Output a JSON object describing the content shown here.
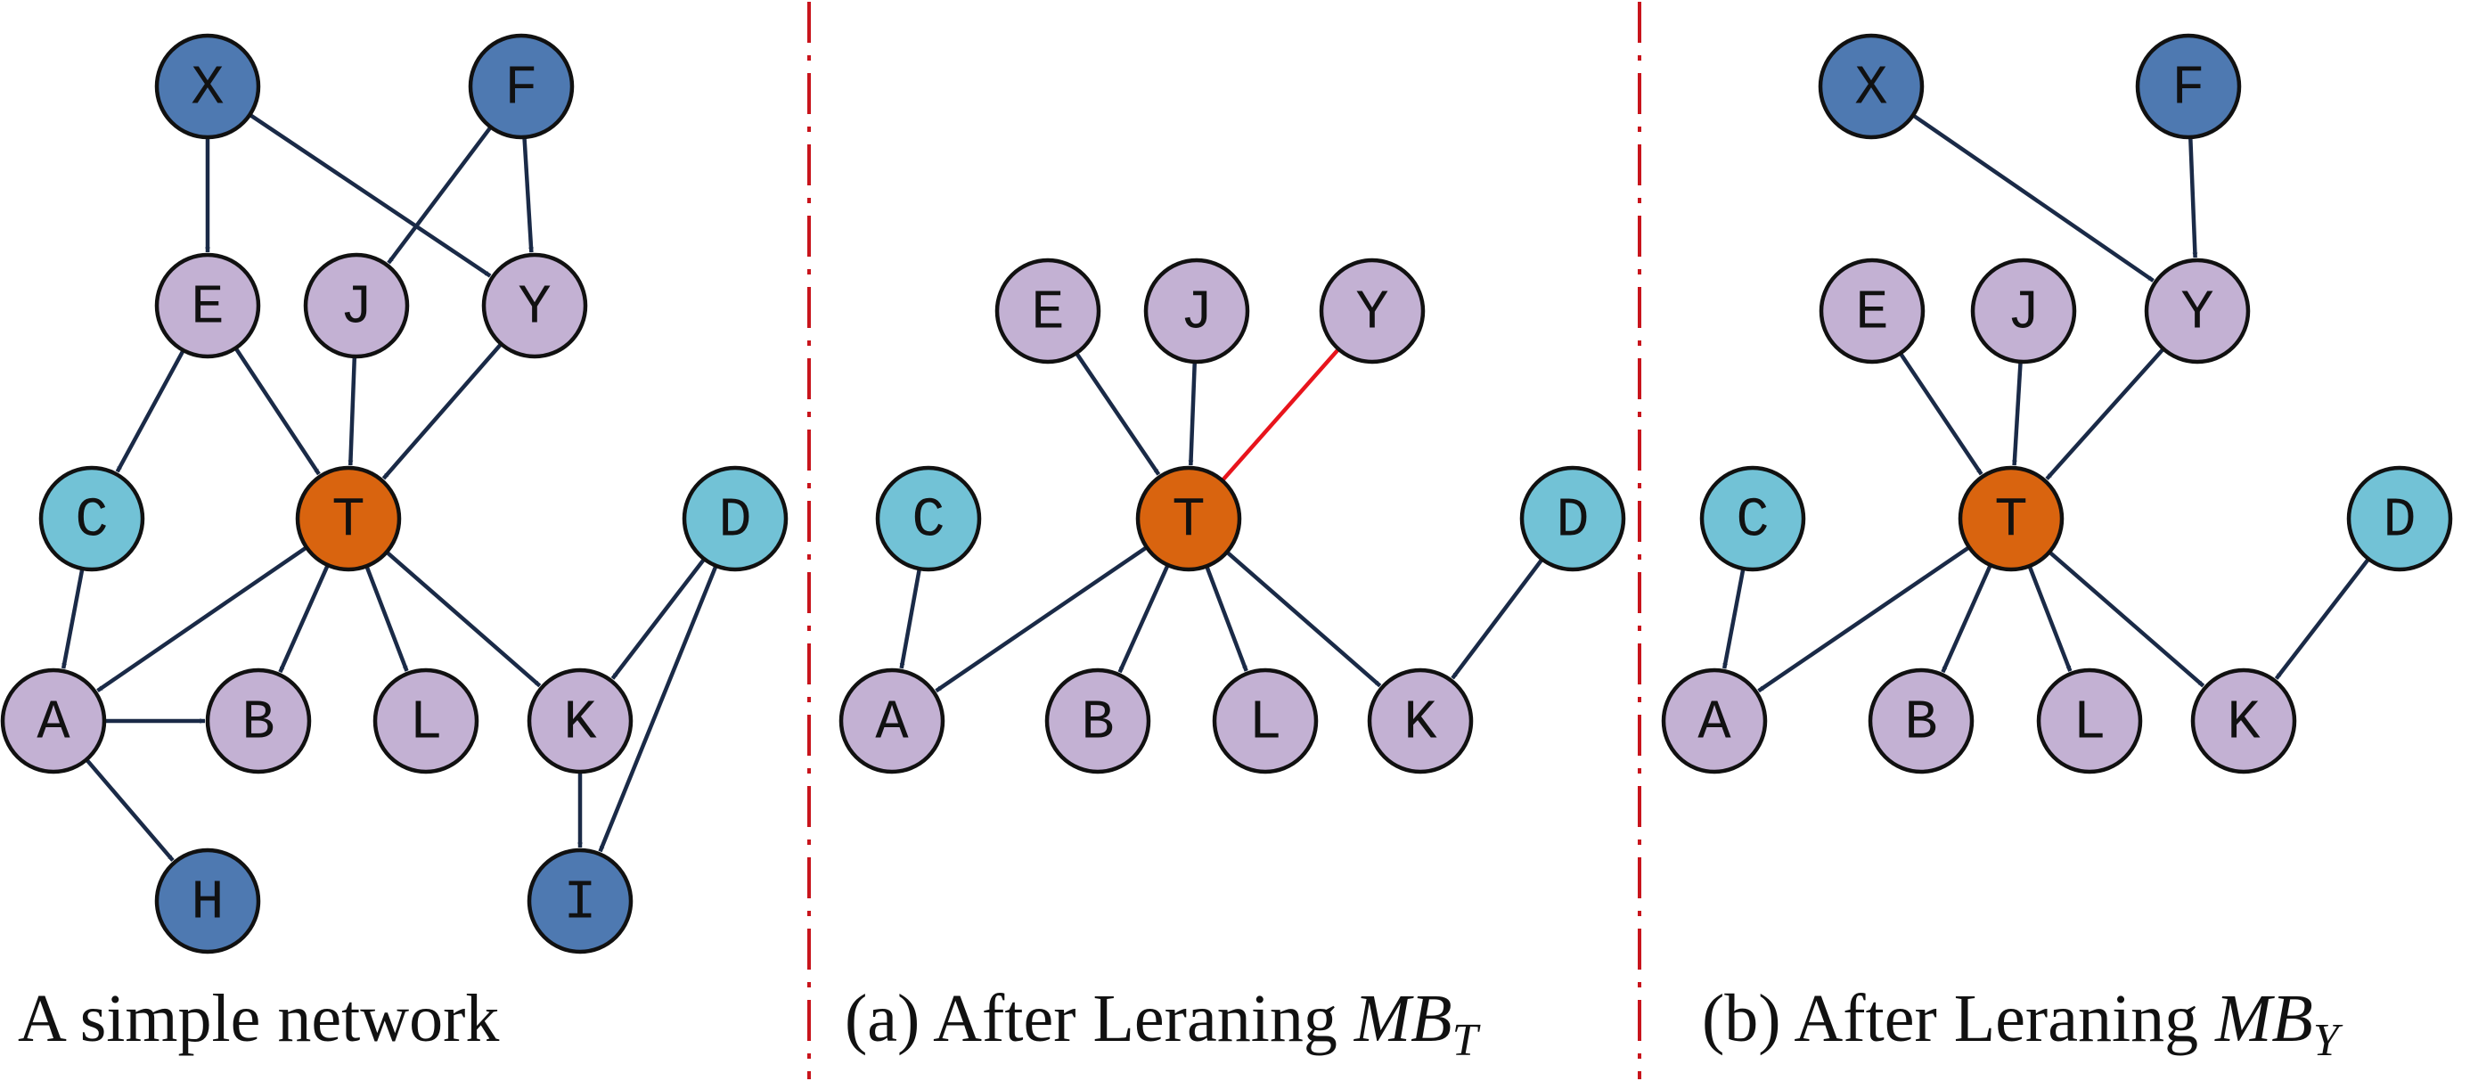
{
  "colors": {
    "outer": "#4e79b1",
    "blanket": "#c3b1d3",
    "spouse": "#72c2d6",
    "target": "#d9640f",
    "edge": "#1a2a47",
    "highlight_edge": "#e8141c",
    "divider": "#c8141c"
  },
  "panels": [
    {
      "id": "simple",
      "caption": {
        "text": "A simple network",
        "math": "",
        "sub": ""
      },
      "nodes": [
        {
          "id": "X",
          "label": "X",
          "role": "outer"
        },
        {
          "id": "F",
          "label": "F",
          "role": "outer"
        },
        {
          "id": "E",
          "label": "E",
          "role": "blanket"
        },
        {
          "id": "J",
          "label": "J",
          "role": "blanket"
        },
        {
          "id": "Y",
          "label": "Y",
          "role": "blanket"
        },
        {
          "id": "C",
          "label": "C",
          "role": "spouse"
        },
        {
          "id": "T",
          "label": "T",
          "role": "target"
        },
        {
          "id": "D",
          "label": "D",
          "role": "spouse"
        },
        {
          "id": "A",
          "label": "A",
          "role": "blanket"
        },
        {
          "id": "B",
          "label": "B",
          "role": "blanket"
        },
        {
          "id": "L",
          "label": "L",
          "role": "blanket"
        },
        {
          "id": "K",
          "label": "K",
          "role": "blanket"
        },
        {
          "id": "H",
          "label": "H",
          "role": "outer"
        },
        {
          "id": "I",
          "label": "I",
          "role": "outer"
        }
      ],
      "edges": [
        [
          "X",
          "E"
        ],
        [
          "X",
          "Y"
        ],
        [
          "F",
          "J"
        ],
        [
          "F",
          "Y"
        ],
        [
          "E",
          "C"
        ],
        [
          "E",
          "T"
        ],
        [
          "J",
          "T"
        ],
        [
          "Y",
          "T"
        ],
        [
          "C",
          "A"
        ],
        [
          "T",
          "A"
        ],
        [
          "T",
          "B"
        ],
        [
          "T",
          "L"
        ],
        [
          "T",
          "K"
        ],
        [
          "D",
          "K"
        ],
        [
          "D",
          "I"
        ],
        [
          "A",
          "B"
        ],
        [
          "A",
          "H"
        ],
        [
          "K",
          "I"
        ]
      ]
    },
    {
      "id": "mb_t",
      "caption": {
        "text": "(a) After Leraning ",
        "math": "MB",
        "sub": "T"
      },
      "nodes": [
        {
          "id": "E",
          "label": "E",
          "role": "blanket"
        },
        {
          "id": "J",
          "label": "J",
          "role": "blanket"
        },
        {
          "id": "Y",
          "label": "Y",
          "role": "blanket"
        },
        {
          "id": "C",
          "label": "C",
          "role": "spouse"
        },
        {
          "id": "T",
          "label": "T",
          "role": "target"
        },
        {
          "id": "D",
          "label": "D",
          "role": "spouse"
        },
        {
          "id": "A",
          "label": "A",
          "role": "blanket"
        },
        {
          "id": "B",
          "label": "B",
          "role": "blanket"
        },
        {
          "id": "L",
          "label": "L",
          "role": "blanket"
        },
        {
          "id": "K",
          "label": "K",
          "role": "blanket"
        }
      ],
      "edges": [
        [
          "E",
          "T"
        ],
        [
          "J",
          "T"
        ],
        [
          "C",
          "A"
        ],
        [
          "T",
          "A"
        ],
        [
          "T",
          "B"
        ],
        [
          "T",
          "L"
        ],
        [
          "T",
          "K"
        ],
        [
          "D",
          "K"
        ]
      ],
      "undirected_edges": [
        [
          "T",
          "Y"
        ]
      ]
    },
    {
      "id": "mb_y",
      "caption": {
        "text": "(b) After Leraning ",
        "math": "MB",
        "sub": "Y"
      },
      "nodes": [
        {
          "id": "X",
          "label": "X",
          "role": "outer"
        },
        {
          "id": "F",
          "label": "F",
          "role": "outer"
        },
        {
          "id": "E",
          "label": "E",
          "role": "blanket"
        },
        {
          "id": "J",
          "label": "J",
          "role": "blanket"
        },
        {
          "id": "Y",
          "label": "Y",
          "role": "blanket"
        },
        {
          "id": "C",
          "label": "C",
          "role": "spouse"
        },
        {
          "id": "T",
          "label": "T",
          "role": "target"
        },
        {
          "id": "D",
          "label": "D",
          "role": "spouse"
        },
        {
          "id": "A",
          "label": "A",
          "role": "blanket"
        },
        {
          "id": "B",
          "label": "B",
          "role": "blanket"
        },
        {
          "id": "L",
          "label": "L",
          "role": "blanket"
        },
        {
          "id": "K",
          "label": "K",
          "role": "blanket"
        }
      ],
      "edges": [
        [
          "X",
          "Y"
        ],
        [
          "F",
          "Y"
        ],
        [
          "E",
          "T"
        ],
        [
          "J",
          "T"
        ],
        [
          "Y",
          "T"
        ],
        [
          "C",
          "A"
        ],
        [
          "T",
          "A"
        ],
        [
          "T",
          "B"
        ],
        [
          "T",
          "L"
        ],
        [
          "T",
          "K"
        ],
        [
          "D",
          "K"
        ]
      ]
    }
  ]
}
